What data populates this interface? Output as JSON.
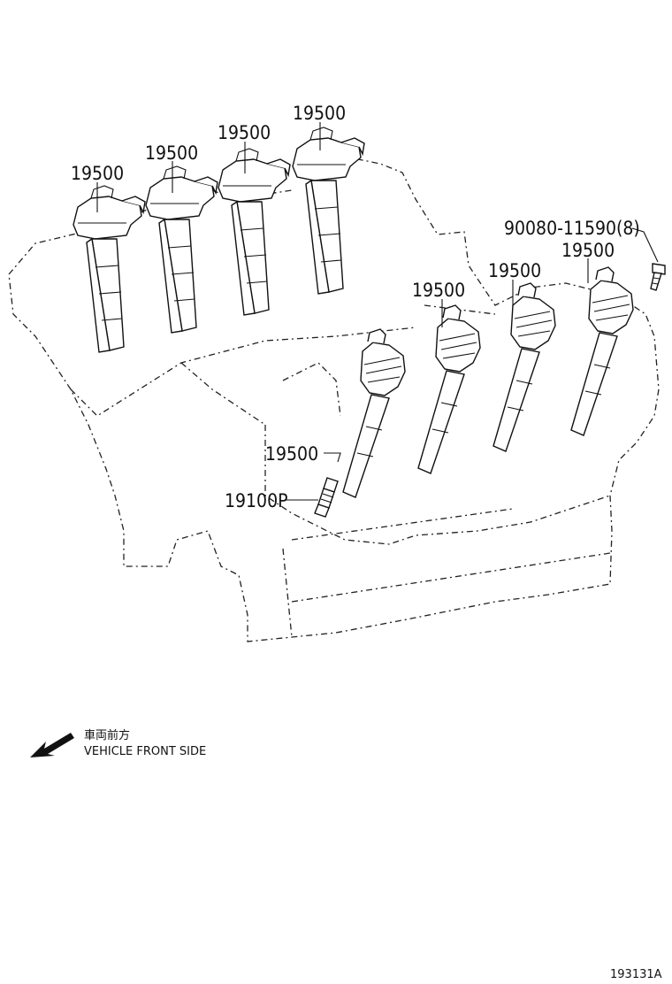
{
  "parts": {
    "coil_part_number": "19500",
    "spark_plug_part_number": "19100P",
    "bolt_part_number": "90080-11590(8)"
  },
  "direction": {
    "label_jp": "車両前方",
    "label_en": "VEHICLE FRONT SIDE"
  },
  "figure_id": "193131A"
}
